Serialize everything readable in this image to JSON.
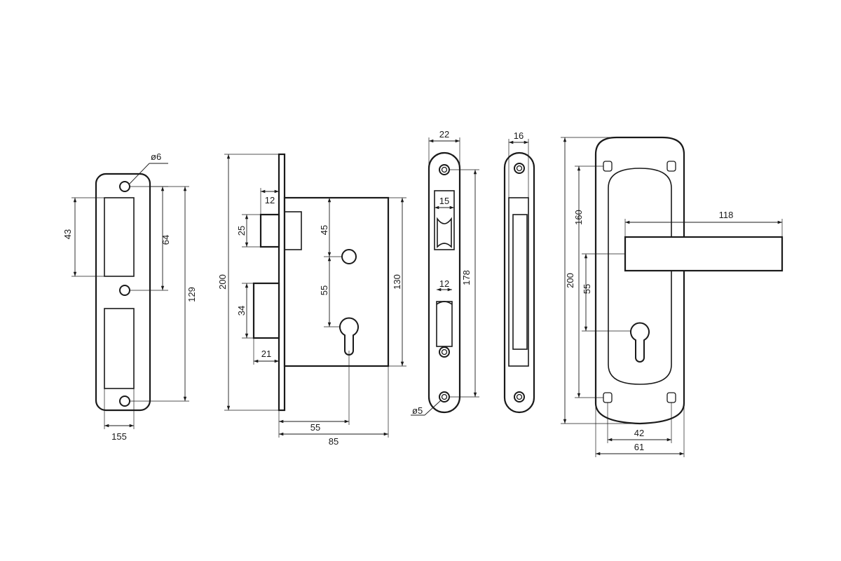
{
  "views": {
    "strike_plate": {
      "hole_diameter": "ø6",
      "window_height": "43",
      "hole_spacing": "64",
      "overall_height": "129",
      "width": "155"
    },
    "lock_body": {
      "latch_height": "12",
      "latch_width": "25",
      "bolt_height": "34",
      "bolt_width": "21",
      "keyhole_offset": "45",
      "keyhole_spacing": "55",
      "body_height": "130",
      "faceplate_height": "200",
      "backset": "55",
      "depth": "85"
    },
    "faceplate": {
      "width": "22",
      "latch_slot": "15",
      "bolt_slot": "12",
      "screw_spacing": "178",
      "screw_diameter": "ø5"
    },
    "cover_plate": {
      "width": "16"
    },
    "handle": {
      "lever_length": "118",
      "screw_spacing_vertical": "160",
      "overall_height": "200",
      "lever_to_keyhole": "55",
      "screw_spacing_horizontal": "42",
      "width": "61"
    }
  }
}
